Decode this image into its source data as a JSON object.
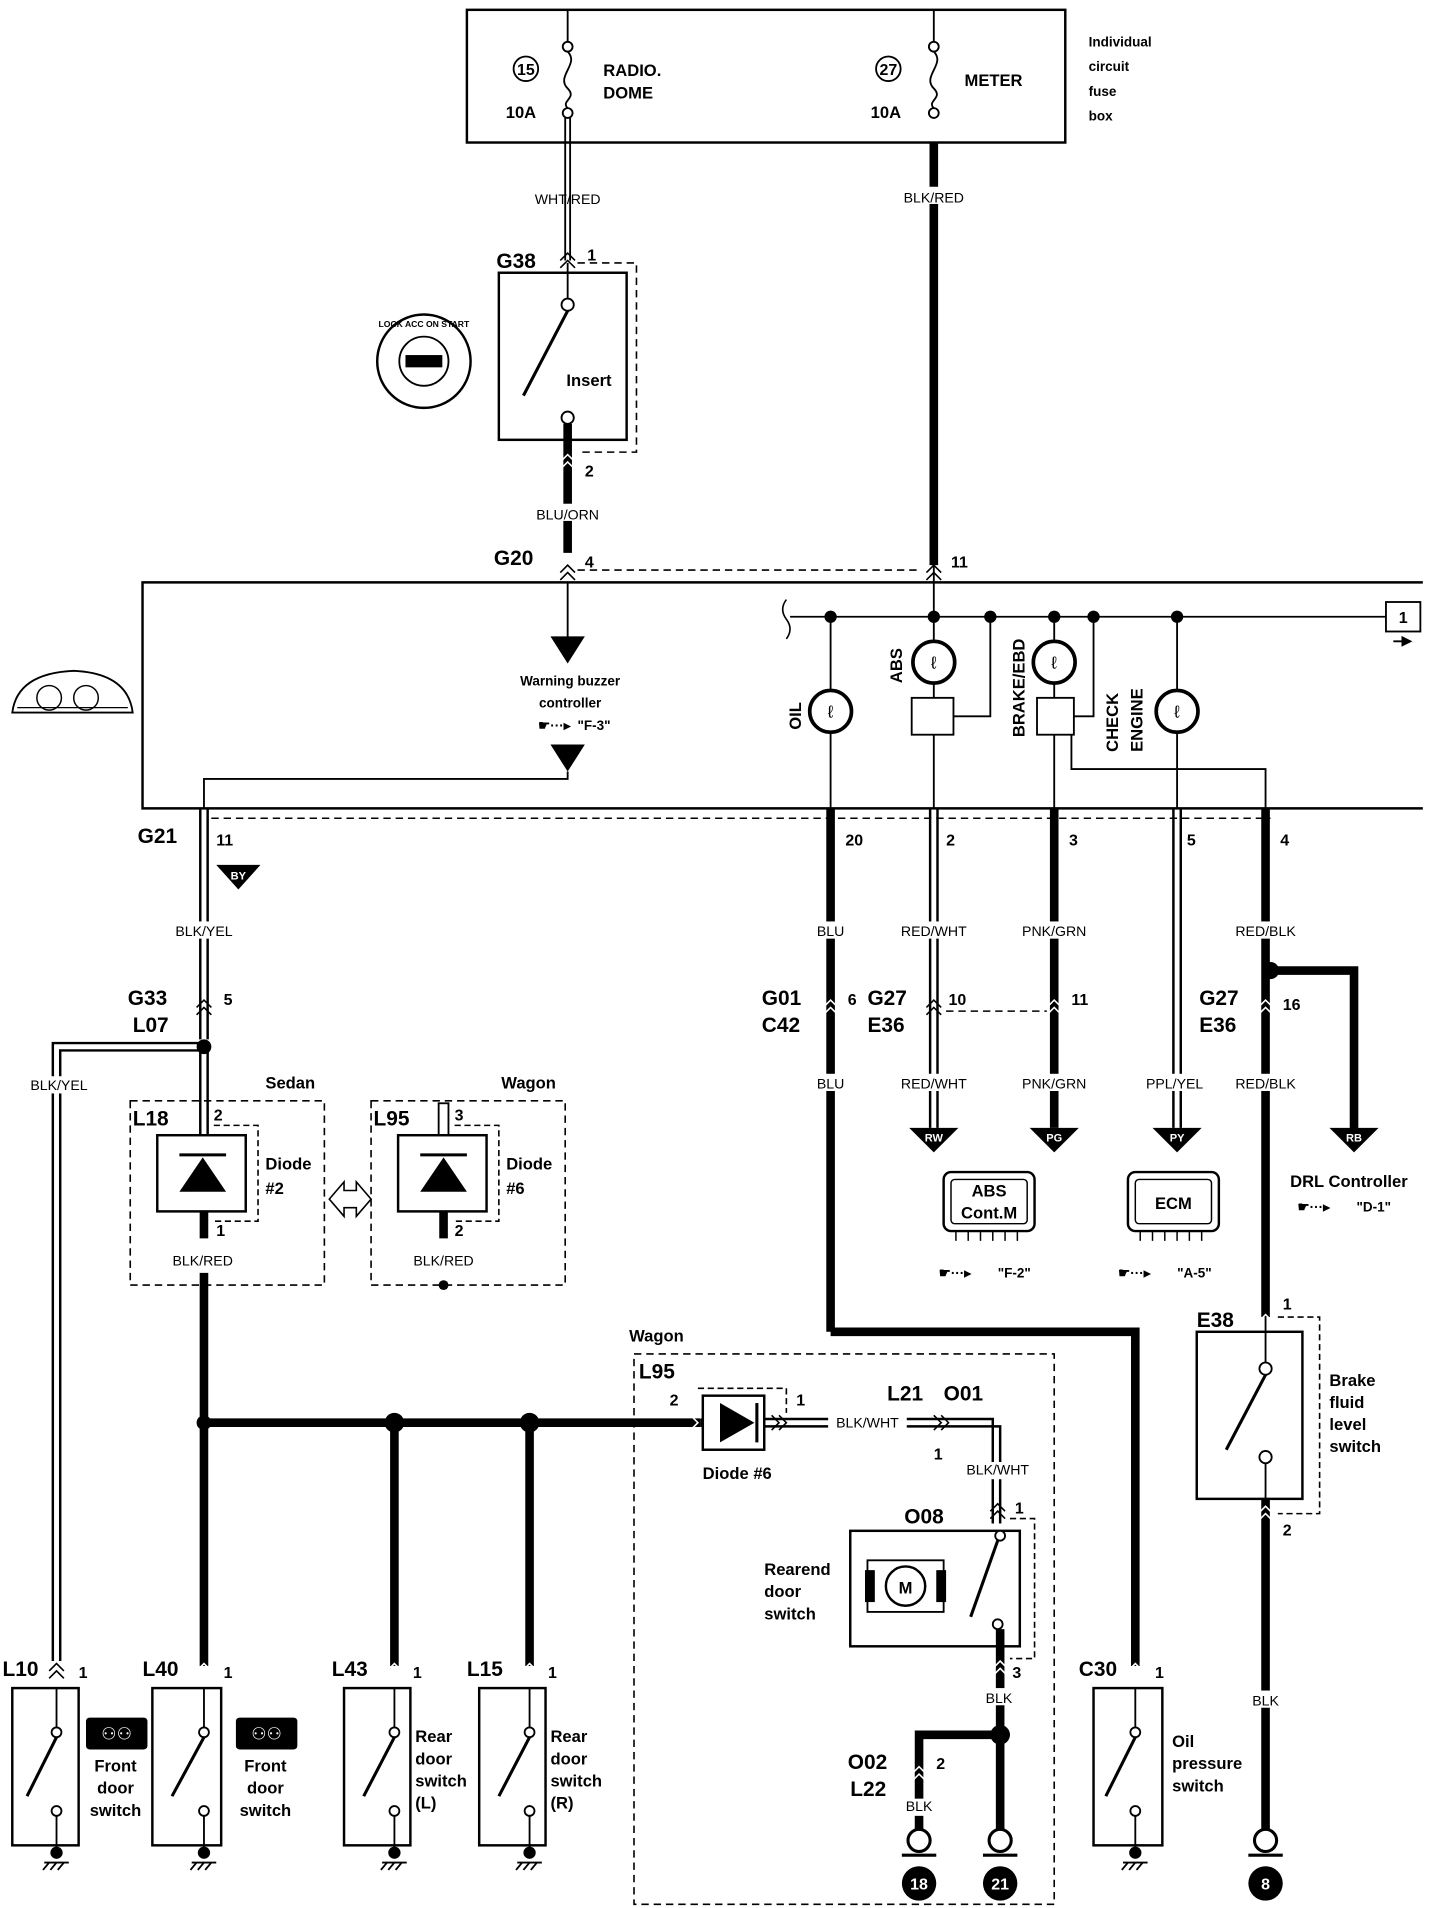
{
  "fuse_box": {
    "label_lines": [
      "Individual",
      "circuit",
      "fuse",
      "box"
    ],
    "fuse_radio": {
      "number": "15",
      "name_lines": [
        "RADIO.",
        "DOME"
      ],
      "rating": "10A"
    },
    "fuse_meter": {
      "number": "27",
      "name": "METER",
      "rating": "10A"
    }
  },
  "wires": {
    "wht_red": "WHT/RED",
    "blk_red_top": "BLK/RED",
    "blu_orn": "BLU/ORN",
    "blk_yel": "BLK/YEL",
    "blk_yel_2": "BLK/YEL",
    "blu": "BLU",
    "blu_2": "BLU",
    "red_wht": "RED/WHT",
    "red_wht_2": "RED/WHT",
    "pnk_grn": "PNK/GRN",
    "pnk_grn_2": "PNK/GRN",
    "ppl_yel": "PPL/YEL",
    "red_blk": "RED/BLK",
    "red_blk_2": "RED/BLK",
    "blk_red_l18": "BLK/RED",
    "blk_red_l95": "BLK/RED",
    "blk_wht": "BLK/WHT",
    "blk_wht_2": "BLK/WHT",
    "blk_o08": "BLK",
    "blk_o02": "BLK",
    "blk_e38": "BLK"
  },
  "connectors": {
    "g38": "G38",
    "g20": "G20",
    "g21": "G21",
    "g33": "G33",
    "l07": "L07",
    "g01": "G01",
    "c42": "C42",
    "g27a": "G27",
    "e36a": "E36",
    "g27b": "G27",
    "e36b": "E36",
    "l18": "L18",
    "l95a": "L95",
    "l95b": "L95",
    "l21": "L21",
    "o01": "O01",
    "o08": "O08",
    "o02": "O02",
    "l22": "L22",
    "e38": "E38",
    "l10": "L10",
    "l40": "L40",
    "l43": "L43",
    "l15": "L15",
    "c30": "C30"
  },
  "pins": {
    "g38_1": "1",
    "g38_2": "2",
    "g20_4": "4",
    "g20_11": "11",
    "g21_11": "11",
    "g21_20": "20",
    "g21_2": "2",
    "g21_3": "3",
    "g21_5": "5",
    "g21_4": "4",
    "g33_5": "5",
    "g01_6": "6",
    "g27_10": "10",
    "g27_11": "11",
    "g27_16": "16",
    "l18_2": "2",
    "l18_1": "1",
    "l95_3": "3",
    "l95_2": "2",
    "l95d_2": "2",
    "l95d_1": "1",
    "l21_1": "1",
    "o08_1": "1",
    "o08_3": "3",
    "o02_2": "2",
    "e38_1": "1",
    "e38_2": "2",
    "l10_1": "1",
    "l40_1": "1",
    "l43_1": "1",
    "l15_1": "1",
    "c30_1": "1"
  },
  "components": {
    "insert": "Insert",
    "buzzer_lines": [
      "Warning buzzer",
      "controller"
    ],
    "buzzer_ref": "\"F-3\"",
    "lamp_oil": "OIL",
    "lamp_abs": "ABS",
    "lamp_brake": "BRAKE/EBD",
    "lamp_check_lines": [
      "CHECK",
      "ENGINE"
    ],
    "sedan": "Sedan",
    "wagon": "Wagon",
    "wagon_2": "Wagon",
    "diode2_lines": [
      "Diode",
      "#2"
    ],
    "diode6_lines": [
      "Diode",
      "#6"
    ],
    "diode6_label": "Diode #6",
    "abs_lines": [
      "ABS",
      "Cont.M"
    ],
    "abs_ref": "\"F-2\"",
    "ecm": "ECM",
    "ecm_ref": "\"A-5\"",
    "drl": "DRL Controller",
    "drl_ref": "\"D-1\"",
    "rearend_lines": [
      "Rearend",
      "door",
      "switch"
    ],
    "motor": "M",
    "brake_fluid_lines": [
      "Brake",
      "fluid",
      "level",
      "switch"
    ],
    "front_door_lines": [
      "Front",
      "door",
      "switch"
    ],
    "front_door_lines_2": [
      "Front",
      "door",
      "switch"
    ],
    "rear_l_lines": [
      "Rear",
      "door",
      "switch",
      "(L)"
    ],
    "rear_r_lines": [
      "Rear",
      "door",
      "switch",
      "(R)"
    ],
    "oil_pressure_lines": [
      "Oil",
      "pressure",
      "switch"
    ]
  },
  "flags": {
    "by": "BY",
    "rw": "RW",
    "pg": "PG",
    "py": "PY",
    "rb": "RB"
  },
  "grounds": {
    "g18": "18",
    "g21": "21",
    "g8": "8"
  },
  "page_ref": "1"
}
